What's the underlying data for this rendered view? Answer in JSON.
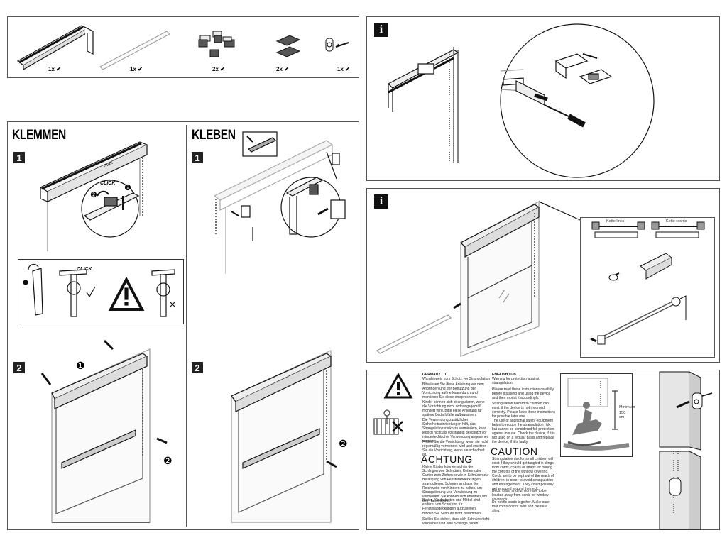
{
  "contents": {
    "items": [
      {
        "quantity": "1x ✔",
        "icon": "roller-blind-cassette-icon"
      },
      {
        "quantity": "1x ✔",
        "icon": "bottom-rail-icon"
      },
      {
        "quantity": "2x ✔",
        "icon": "clamp-bracket-icon"
      },
      {
        "quantity": "2x ✔",
        "icon": "adhesive-pad-icon"
      },
      {
        "quantity": "1x ✔",
        "icon": "chain-holder-screw-icon"
      }
    ]
  },
  "klemmen": {
    "title": "KLEMMEN",
    "step1": "1",
    "step2": "2",
    "max_label": "max",
    "click_label": "CLICK",
    "num1": "❶",
    "num2": "❷"
  },
  "kleben": {
    "title": "KLEBEN",
    "step1": "1",
    "step2": "2",
    "num2": "❷"
  },
  "info1": {
    "icon_label": "i"
  },
  "info2": {
    "icon_label": "i",
    "left_chain_label": "Kette links",
    "right_chain_label": "Kette rechts"
  },
  "safety": {
    "de_heading_small": "GERMANY / D",
    "de_subtitle": "Warnhinweis zum Schutz vor Strangulation",
    "de_p1": "Bitte lesen Sie diese Anleitung vor dem Anbringen und der Benutzung der Vorrichtung aufmerksam durch und montieren Sie diese entsprechend.",
    "de_p2": "Kinder können sich strangulieren, wenn die Vorrichtung nicht ordnungsgemäß montiert wird. Bitte diese Anleitung für spätere Bedarfsfälle aufbewahren.",
    "de_p3": "Die Verwendung zusätzlicher Sicherheitseinrichtungen hilft, das Strangulationsrisiko zu vermindern, kann jedoch nicht als vollständig geschützt vor mindertechischer Verwendung angesehen werden.",
    "de_p4": "Prüfen Sie die Vorrichtung, wenn sie nicht regelmäßig verwendet wird und ersetzen Sie die Vorrichtung, wenn sie schadhaft ist.",
    "achtung": "ACHTUNG",
    "de_p5": "Kleine Kinder können sich in den Schlingen von Schnüren, Ketten oder Gurten zum Ziehen sowie in Schnüren zur Betätigung von Fensterabdeckungen strangulieren. Schnüre sind aus der Reichweite von Kindern zu halten, um Strangulierung und Verwicklung zu vermeiden. Sie können sich ebenfalls um den Hals wickeln.",
    "de_p6": "Betten, Kinderbetten und Möbel sind entfernt von Schnüren für Fensterabdeckungen aufzustellen.",
    "de_p7": "Binden Sie Schnüre nicht zusammen.",
    "de_p8": "Stellen Sie sicher, dass sich Schnüre nicht verdrehen und eine Schlinge bilden.",
    "en_heading_small": "ENGLISH / GB",
    "en_subtitle": "Warning for protection against strangulation",
    "en_p1": "Please read these instructions carefully before installing and using the device and then mount it accordingly.",
    "en_p2": "Strangulation hazard to children can exist, if the device is not mounted correctly. Please keep these instructions for possible later use.",
    "en_p3": "The use of additional safety equipment helps to reduce the strangulation risk, but cannot be considered full protection against misuse. Check the device, if it is not used on a regular basis and replace the device, if it is faulty.",
    "caution": "CAUTION",
    "en_p4": "Strangulation risk for small children will exist if they should get tangled in slings from cords, chains or straps for pulling the controls of the window covering. Cords are to be kept out of the reach of children, in order to avoid strangulation and entanglement. They could possibly get wrapped around the neck.",
    "en_p5": "Beds, cribs, and furniture are to be located away from cords for window coverings.",
    "en_p6": "Do not tie cords together. Make sure that cords do not twist and create a sling.",
    "minimum_label": "Minimum",
    "minimum_value": "150 cm"
  }
}
